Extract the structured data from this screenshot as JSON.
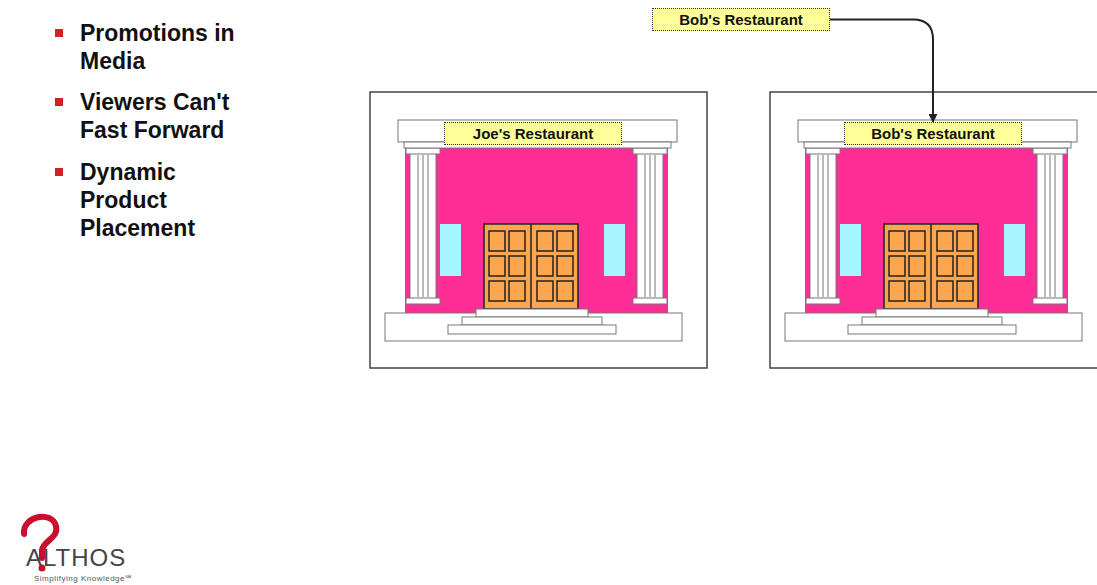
{
  "diagram": {
    "nodes": [
      {
        "text": [
          "Bob's Restaurant"
        ]
      },
      {
        "text": [
          "Joe's Restaurant"
        ]
      },
      {
        "text": [
          "Bob's Restaurant"
        ]
      }
    ],
    "edges": [
      {
        "from": 0,
        "to": 2,
        "arrow": "to"
      }
    ],
    "labels": [
      "Promotions in Media",
      "Viewers Can't Fast Forward",
      "Dynamic Product Placement",
      "ALTHOS",
      "Simplifying Knowledge℠"
    ]
  }
}
